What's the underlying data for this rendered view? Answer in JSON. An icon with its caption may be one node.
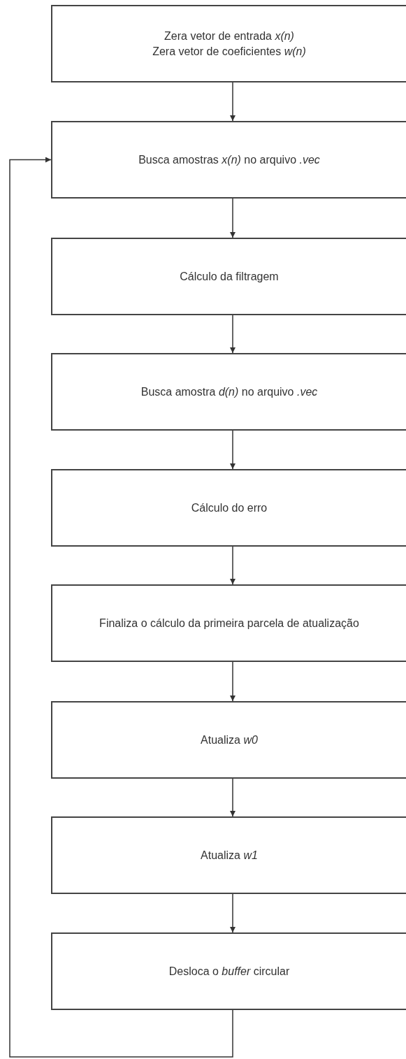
{
  "diagram": {
    "nodes": [
      {
        "text": [
          "Zera vetor de entrada *x(n)*",
          "Zera vetor de coeficientes *w(n)*"
        ]
      },
      {
        "text": [
          "Busca amostras *x(n)* no arquivo *.vec*"
        ]
      },
      {
        "text": [
          "Cálculo da filtragem"
        ]
      },
      {
        "text": [
          "Busca amostra *d(n)* no arquivo *.vec*"
        ]
      },
      {
        "text": [
          "Cálculo do erro"
        ]
      },
      {
        "text": [
          "Finaliza o cálculo da primeira parcela de atualização"
        ]
      },
      {
        "text": [
          "Atualiza *w0*"
        ]
      },
      {
        "text": [
          "Atualiza *w1*"
        ]
      },
      {
        "text": [
          "Desloca o *buffer* circular"
        ]
      }
    ],
    "edges": [
      {
        "from": 0,
        "to": 1,
        "arrow": "to"
      },
      {
        "from": 1,
        "to": 2,
        "arrow": "to"
      },
      {
        "from": 2,
        "to": 3,
        "arrow": "to"
      },
      {
        "from": 3,
        "to": 4,
        "arrow": "to"
      },
      {
        "from": 4,
        "to": 5,
        "arrow": "to"
      },
      {
        "from": 5,
        "to": 6,
        "arrow": "to"
      },
      {
        "from": 6,
        "to": 7,
        "arrow": "to"
      },
      {
        "from": 7,
        "to": 8,
        "arrow": "to"
      },
      {
        "from": 8,
        "to": 1,
        "arrow": "to"
      }
    ]
  }
}
